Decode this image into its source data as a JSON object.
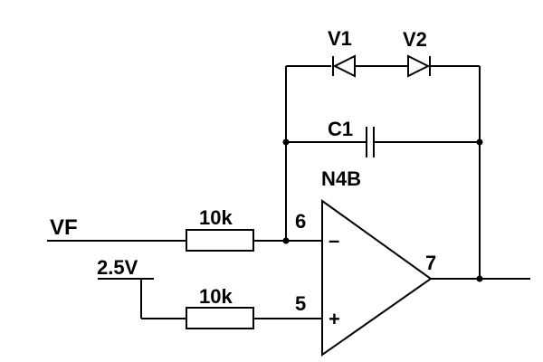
{
  "diagram": {
    "diodes": {
      "v1_label": "V1",
      "v2_label": "V2"
    },
    "capacitor": {
      "label": "C1"
    },
    "opamp": {
      "label": "N4B",
      "pin_inverting": "6",
      "pin_noninverting": "5",
      "pin_output": "7",
      "minus_sign": "–",
      "plus_sign": "+"
    },
    "inputs": {
      "vf_label": "VF",
      "ref_label": "2.5V"
    },
    "resistors": {
      "r_top_label": "10k",
      "r_bottom_label": "10k"
    }
  }
}
